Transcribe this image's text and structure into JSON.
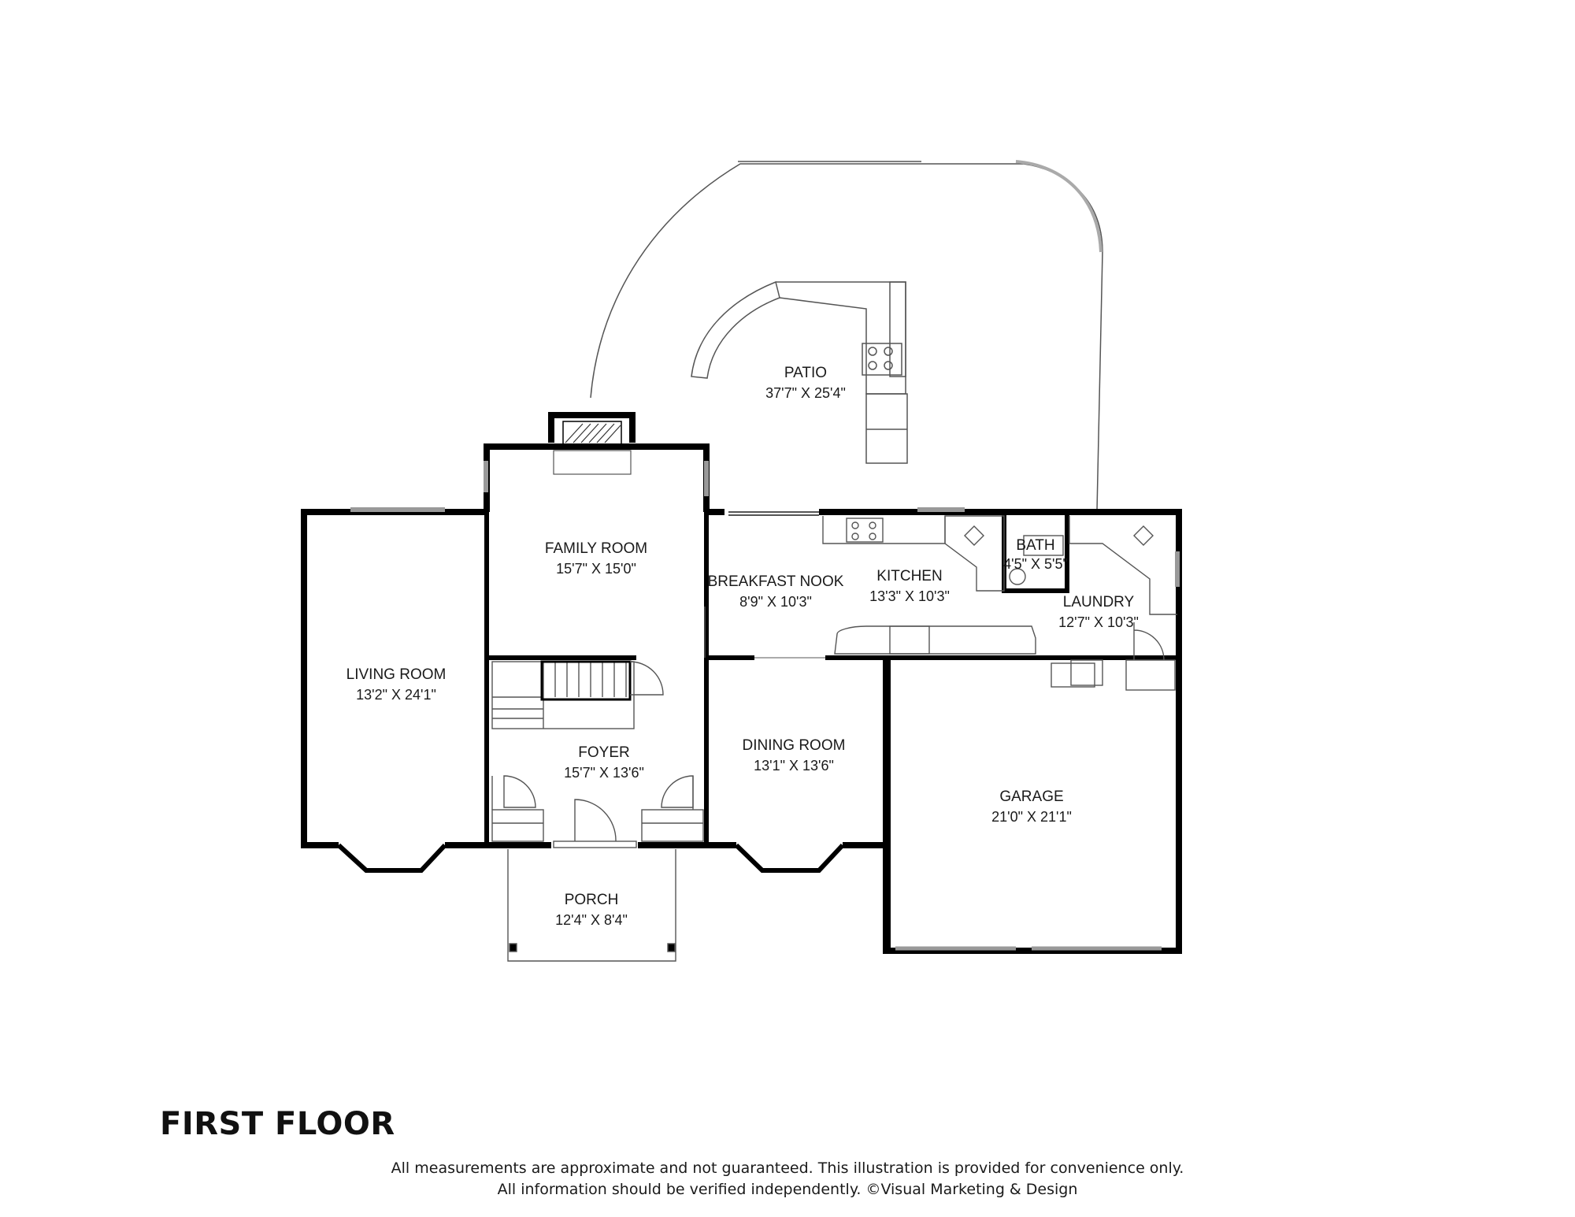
{
  "floor_title": "FIRST FLOOR",
  "disclaimer": {
    "line1": "All measurements are approximate and not guaranteed. This illustration is provided for convenience only.",
    "line2": "All information should be verified independently. ©Visual Marketing & Design"
  },
  "rooms": {
    "patio": {
      "name": "PATIO",
      "dims": "37'7\" X 25'4\""
    },
    "family_room": {
      "name": "FAMILY ROOM",
      "dims": "15'7\" X 15'0\""
    },
    "breakfast_nook": {
      "name": "BREAKFAST NOOK",
      "dims": "8'9\" X 10'3\""
    },
    "kitchen": {
      "name": "KITCHEN",
      "dims": "13'3\" X 10'3\""
    },
    "bath": {
      "name": "BATH",
      "dims": "4'5\" X 5'5\""
    },
    "laundry": {
      "name": "LAUNDRY",
      "dims": "12'7\" X 10'3\""
    },
    "living_room": {
      "name": "LIVING ROOM",
      "dims": "13'2\" X 24'1\""
    },
    "foyer": {
      "name": "FOYER",
      "dims": "15'7\" X 13'6\""
    },
    "dining_room": {
      "name": "DINING ROOM",
      "dims": "13'1\" X 13'6\""
    },
    "garage": {
      "name": "GARAGE",
      "dims": "21'0\" X 21'1\""
    },
    "porch": {
      "name": "PORCH",
      "dims": "12'4\" X 8'4\""
    }
  },
  "colors": {
    "wall": "#000000",
    "thin_line": "#555555",
    "background": "#ffffff"
  }
}
